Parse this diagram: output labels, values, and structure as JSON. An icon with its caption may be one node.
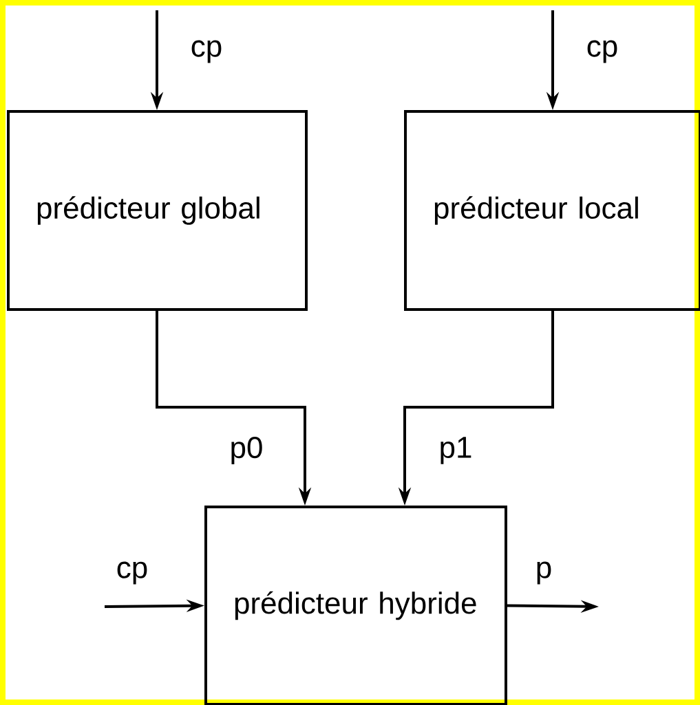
{
  "diagram": {
    "nodes": [
      {
        "text": [
          "prédicteur global"
        ]
      },
      {
        "text": [
          "prédicteur local"
        ]
      },
      {
        "text": [
          "prédicteur hybride"
        ]
      }
    ],
    "edges": [
      {
        "from": null,
        "to": 0,
        "arrow": "to",
        "label": "cp"
      },
      {
        "from": null,
        "to": 1,
        "arrow": "to",
        "label": "cp"
      },
      {
        "from": 0,
        "to": 2,
        "arrow": "to",
        "label": "p0"
      },
      {
        "from": 1,
        "to": 2,
        "arrow": "to",
        "label": "p1"
      },
      {
        "from": null,
        "to": 2,
        "arrow": "to",
        "label": "cp"
      },
      {
        "from": 2,
        "to": null,
        "arrow": "to",
        "label": "p"
      }
    ]
  }
}
